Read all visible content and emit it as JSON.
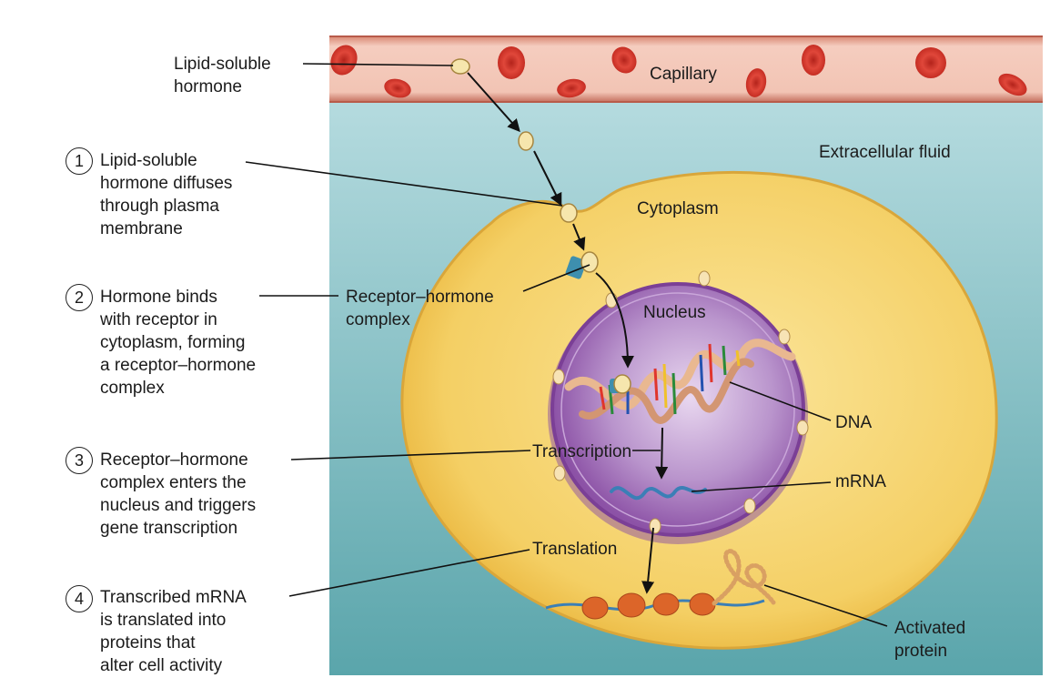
{
  "labels": {
    "hormone_top": "Lipid-soluble\nhormone",
    "capillary": "Capillary",
    "extracellular_fluid": "Extracellular fluid",
    "cytoplasm": "Cytoplasm",
    "nucleus": "Nucleus",
    "receptor_hormone_complex": "Receptor–hormone\ncomplex",
    "dna": "DNA",
    "transcription": "Transcription",
    "mrna": "mRNA",
    "translation": "Translation",
    "activated_protein": "Activated\nprotein"
  },
  "steps": [
    {
      "number": "1",
      "text": "Lipid-soluble\nhormone diffuses\nthrough plasma\nmembrane"
    },
    {
      "number": "2",
      "text": "Hormone binds\nwith receptor in\ncytoplasm, forming\na receptor–hormone\ncomplex"
    },
    {
      "number": "3",
      "text": "Receptor–hormone\ncomplex enters the\nnucleus and triggers\ngene transcription"
    },
    {
      "number": "4",
      "text": "Transcribed mRNA\nis translated into\nproteins that\nalter cell activity"
    }
  ],
  "colors": {
    "capillary_wall": "#c96e5e",
    "red_blood_cell": "#d6352a",
    "extracellular": "#7fbfc4",
    "cytoplasm": "#f1c653",
    "nucleus": "#9b62b0",
    "hormone": "#f3e0a0",
    "receptor": "#3e8fae",
    "ribosome": "#de6b2c"
  }
}
